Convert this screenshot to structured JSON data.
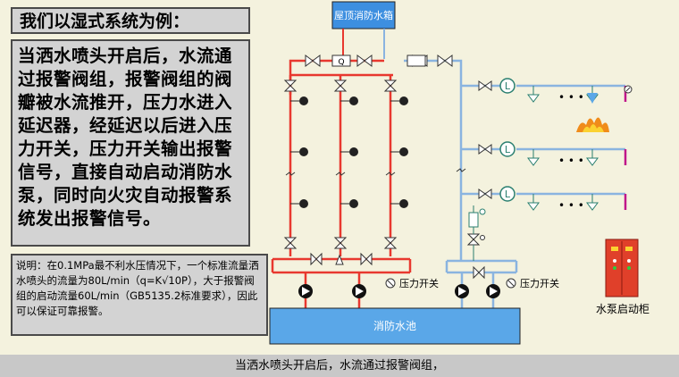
{
  "title": "我们以湿式系统为例：",
  "main_text": "当洒水喷头开启后，水流通过报警阀组，报警阀组的阀瓣被水流推开，压力水进入延迟器，经延迟以后进入压力开关，压力开关输出报警信号，直接自动启动消防水泵，同时向火灾自动报警系统发出报警信号。",
  "note_text": "说明：在0.1MPa最不利水压情况下，一个标准流量洒水喷头的流量为80L/min（q=K√10P），大于报警阀组的启动流量60L/min（GB5135.2标准要求），因此可以保证可靠报警。",
  "diagram": {
    "roof_tank": "屋顶消防水箱",
    "pool": "消防水池",
    "pressure_switch_left": "压力开关",
    "pressure_switch_right": "压力开关",
    "pump_cabinet": "水泵启动柜",
    "flow_indicator": "L",
    "dots": "• • •",
    "check_valve_mark": "Q"
  },
  "subtitle": "当洒水喷头开启后，水流通过报警阀组，",
  "colors": {
    "background": "#f4f2de",
    "red_pipe": "#e8382f",
    "blue_pipe": "#8ab4e0",
    "tank": "#3d8fe0",
    "cabinet": "#e0402a"
  }
}
